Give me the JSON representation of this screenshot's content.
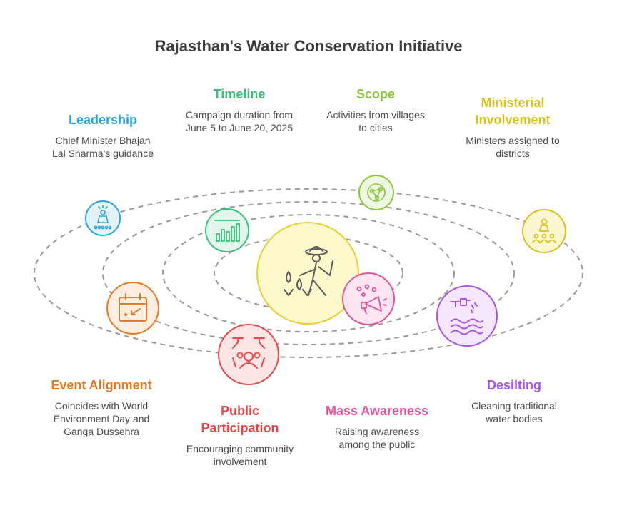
{
  "title": "Rajasthan's Water Conservation Initiative",
  "colors": {
    "leadership": "#2aa6d6",
    "timeline": "#3cbf7c",
    "scope": "#8cc63f",
    "ministerial": "#d8c21e",
    "event": "#e07b2a",
    "public": "#e24a4a",
    "mass": "#e0529c",
    "desilting": "#a855e0",
    "center": "#e6cf2e"
  },
  "items": {
    "leadership": {
      "heading": "Leadership",
      "desc_lines": [
        "Chief Minister Bhajan",
        "Lal Sharma's guidance"
      ],
      "icon": "leader-podium-icon"
    },
    "timeline": {
      "heading": "Timeline",
      "desc_lines": [
        "Campaign duration from",
        "June 5 to June 20, 2025"
      ],
      "icon": "bar-chart-icon"
    },
    "scope": {
      "heading": "Scope",
      "desc_lines": [
        "Activities from villages",
        "to cities"
      ],
      "icon": "network-globe-icon"
    },
    "ministerial": {
      "heading_lines": [
        "Ministerial",
        "Involvement"
      ],
      "desc_lines": [
        "Ministers assigned to",
        "districts"
      ],
      "icon": "team-leader-icon"
    },
    "event": {
      "heading": "Event Alignment",
      "desc_lines": [
        "Coincides with World",
        "Environment Day and",
        "Ganga Dussehra"
      ],
      "icon": "calendar-icon"
    },
    "public": {
      "heading_lines": [
        "Public",
        "Participation"
      ],
      "desc_lines": [
        "Encouraging community",
        "involvement"
      ],
      "icon": "crowd-hands-icon"
    },
    "mass": {
      "heading": "Mass Awareness",
      "desc_lines": [
        "Raising awareness",
        "among the public"
      ],
      "icon": "megaphone-icon"
    },
    "desilting": {
      "heading": "Desilting",
      "desc_lines": [
        "Cleaning traditional",
        "water bodies"
      ],
      "icon": "water-tap-waves-icon"
    }
  },
  "center_icon": "farmer-water-icon"
}
